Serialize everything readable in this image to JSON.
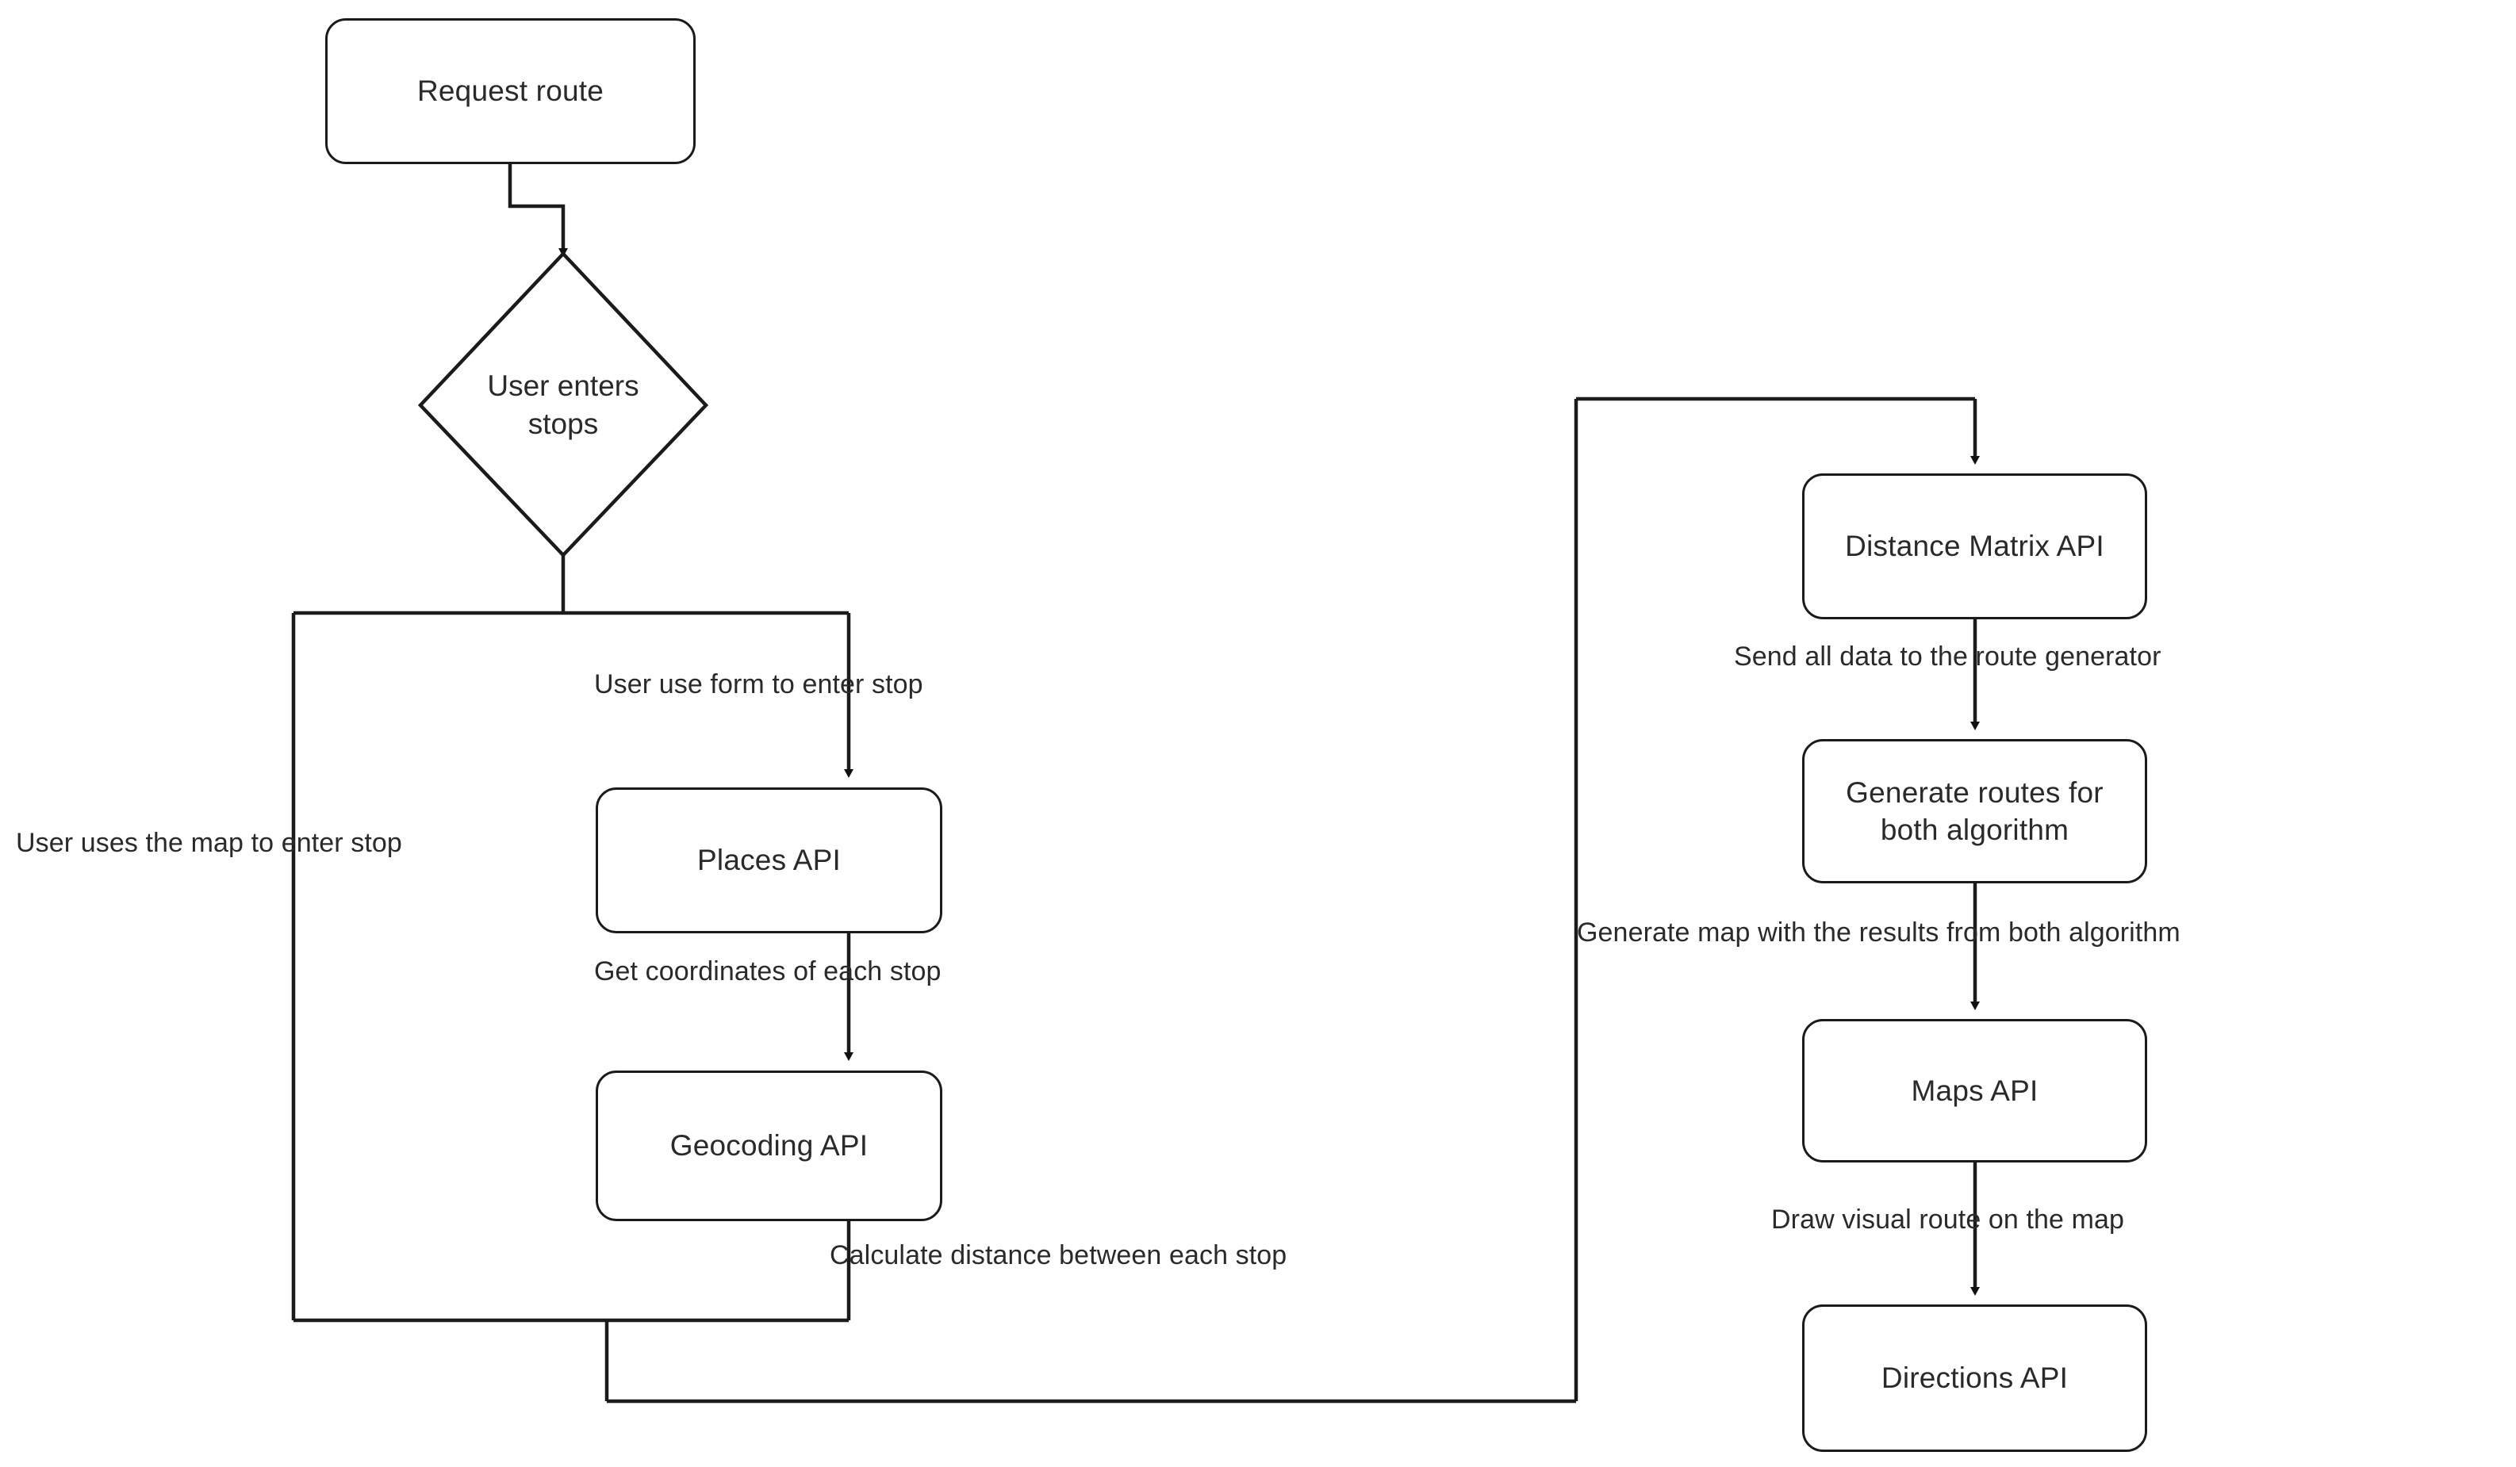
{
  "diagram": {
    "title": "Route generation flowchart",
    "type": "flowchart",
    "stroke_color": "#1b1b1b",
    "text_color": "#2a2a2a",
    "background": "#ffffff"
  },
  "nodes": {
    "request_route": "Request route",
    "user_enters_stops": "User enters stops",
    "places_api": "Places API",
    "geocoding_api": "Geocoding API",
    "distance_matrix_api": "Distance Matrix API",
    "generate_routes": "Generate routes for both algorithm",
    "maps_api": "Maps API",
    "directions_api": "Directions API"
  },
  "node_lines": {
    "generate_routes_line1": "Generate routes for",
    "generate_routes_line2": "both algorithm",
    "user_enters_stops_line1": "User enters",
    "user_enters_stops_line2": "stops"
  },
  "edge_labels": {
    "user_use_form": "User use form to enter stop",
    "user_uses_map": "User uses the map to enter stop",
    "get_coordinates": "Get coordinates of each stop",
    "calculate_distance": "Calculate distance between each stop",
    "send_all_data": "Send all data to the route generator",
    "generate_map": "Generate map with the results from both algorithm",
    "draw_visual_route": "Draw visual route on the map"
  }
}
